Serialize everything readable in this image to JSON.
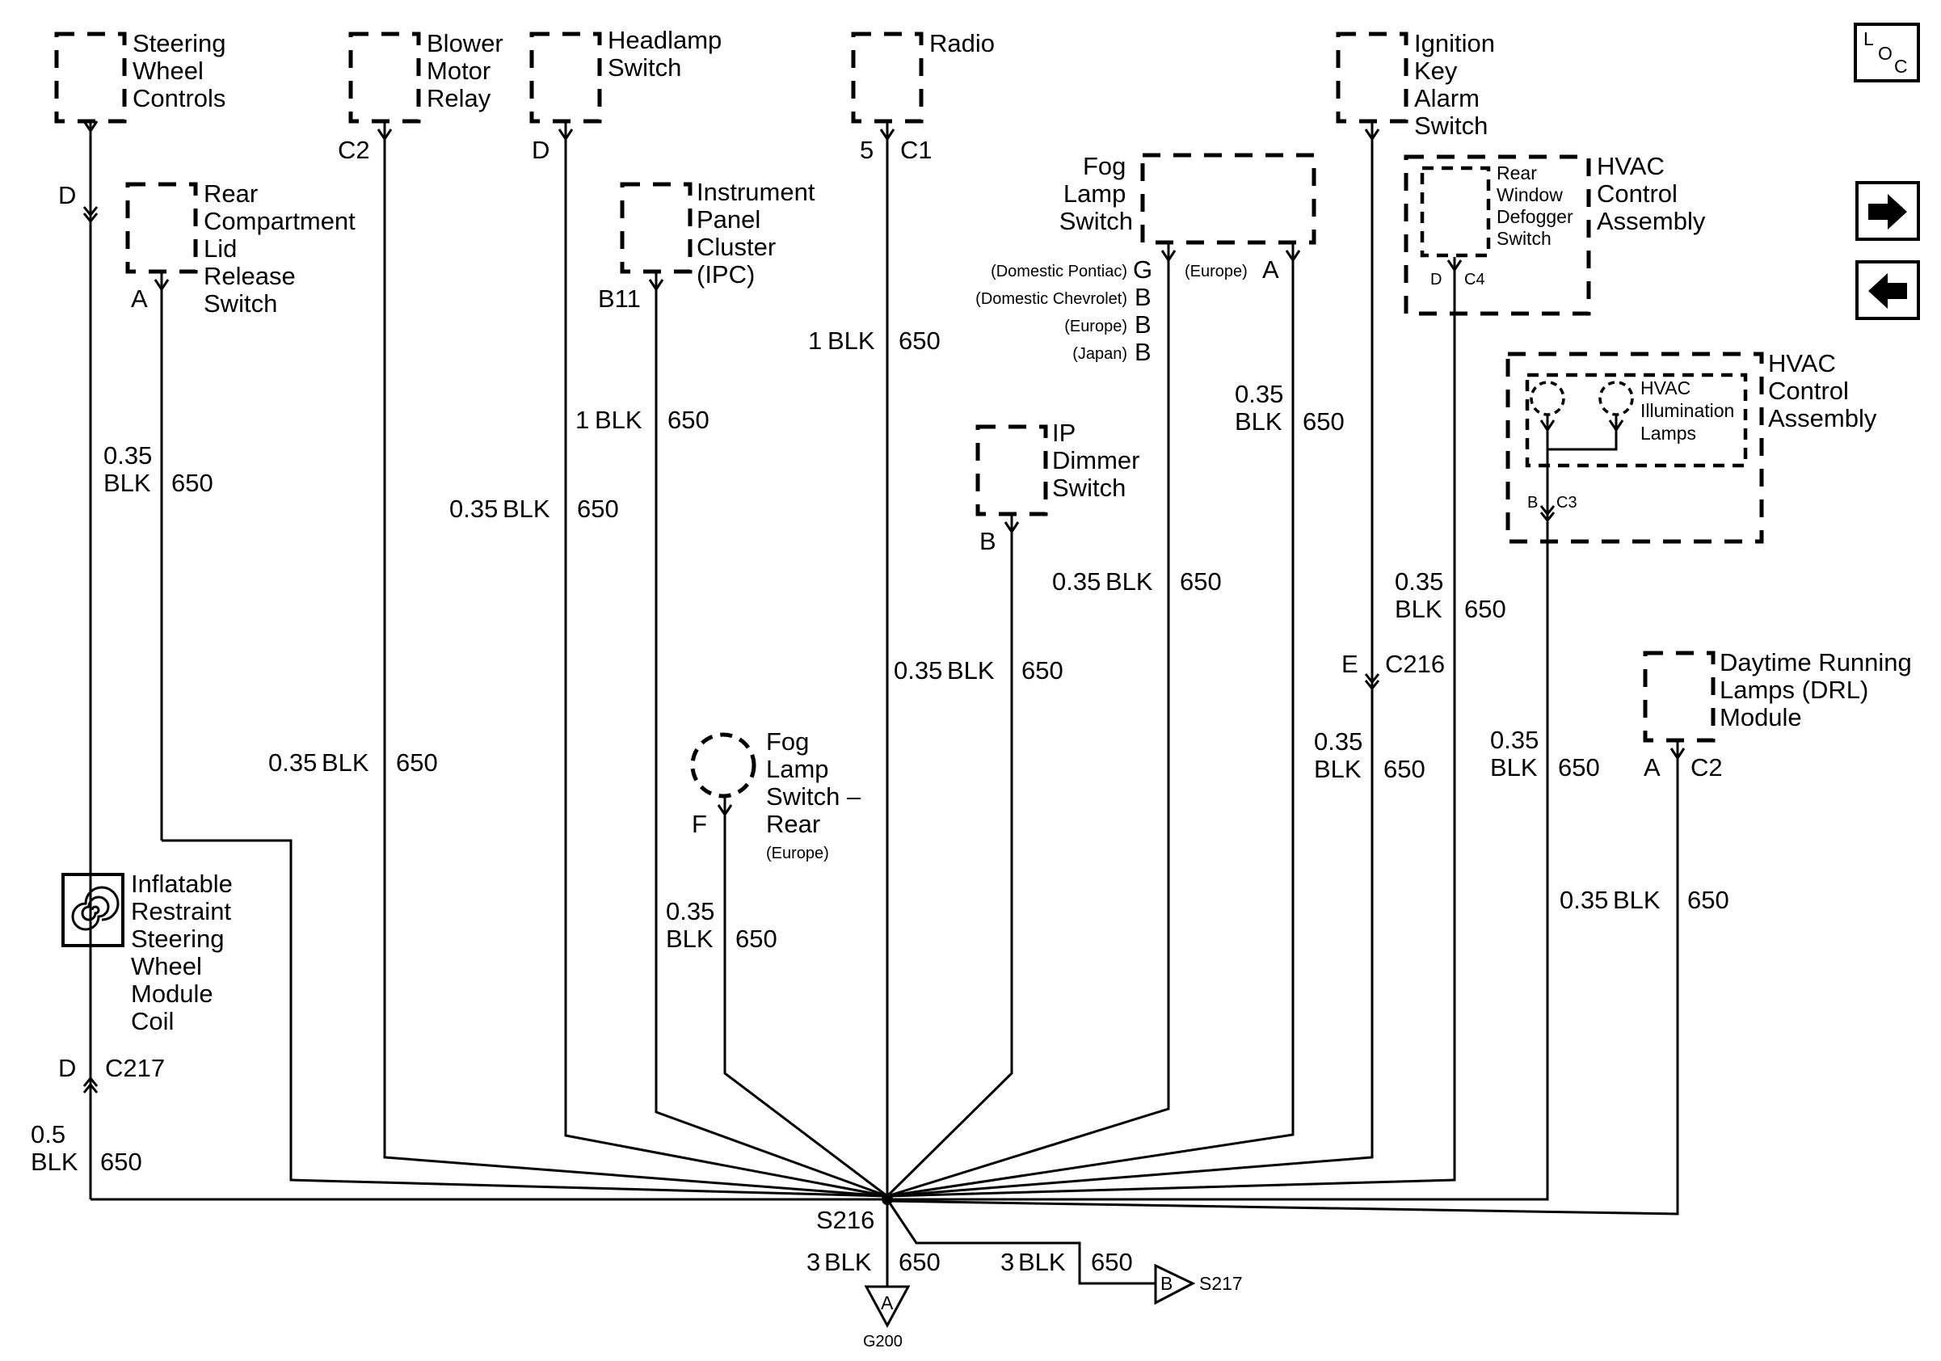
{
  "components": {
    "steering_wheel_controls": [
      "Steering",
      "Wheel",
      "Controls"
    ],
    "blower_motor_relay": [
      "Blower",
      "Motor",
      "Relay"
    ],
    "headlamp_switch": [
      "Headlamp",
      "Switch"
    ],
    "radio": [
      "Radio"
    ],
    "ignition_key_alarm_switch": [
      "Ignition",
      "Key",
      "Alarm",
      "Switch"
    ],
    "rear_compartment_lid_release_switch": [
      "Rear",
      "Compartment",
      "Lid",
      "Release",
      "Switch"
    ],
    "instrument_panel_cluster": [
      "Instrument",
      "Panel",
      "Cluster",
      "(IPC)"
    ],
    "fog_lamp_switch": [
      "Fog",
      "Lamp",
      "Switch"
    ],
    "hvac_control_assembly_upper": [
      "HVAC",
      "Control",
      "Assembly"
    ],
    "rear_window_defogger_switch": [
      "Rear",
      "Window",
      "Defogger",
      "Switch"
    ],
    "hvac_control_assembly_lower": [
      "HVAC",
      "Control",
      "Assembly"
    ],
    "hvac_illumination_lamps": [
      "HVAC",
      "Illumination",
      "Lamps"
    ],
    "ip_dimmer_switch": [
      "IP",
      "Dimmer",
      "Switch"
    ],
    "daytime_running_lamps_module": [
      "Daytime Running",
      "Lamps (DRL)",
      "Module"
    ],
    "fog_lamp_switch_rear": [
      "Fog",
      "Lamp",
      "Switch –",
      "Rear"
    ],
    "fog_lamp_switch_rear_note": "(Europe)",
    "inflatable_restraint_coil": [
      "Inflatable",
      "Restraint",
      "Steering",
      "Wheel",
      "Module",
      "Coil"
    ]
  },
  "pins": {
    "steering_wheel": "D",
    "blower_motor_relay": "C2",
    "headlamp_switch": "D",
    "radio_pin": "5",
    "radio_connector": "C1",
    "rear_compartment_lid": "A",
    "ipc": "B11",
    "ip_dimmer": "B",
    "fog_lamp_rear": "F",
    "fog_pontiac_text": "(Domestic Pontiac)",
    "fog_pontiac_pin": "G",
    "fog_chevrolet_text": "(Domestic Chevrolet)",
    "fog_chevrolet_pin": "B",
    "fog_europe_text": "(Europe)",
    "fog_europe_pin": "B",
    "fog_japan_text": "(Japan)",
    "fog_japan_pin": "B",
    "fog_europe2_text": "(Europe)",
    "fog_europe2_pin": "A",
    "defogger_pin": "D",
    "defogger_connector": "C4",
    "hvac_illum_pin": "B",
    "hvac_illum_connector": "C3",
    "inline_c216_pin": "E",
    "inline_c216": "C216",
    "inline_c217_pin": "D",
    "inline_c217": "C217",
    "drl_pin": "A",
    "drl_connector": "C2"
  },
  "wires": {
    "w_035": "0.35",
    "w_05": "0.5",
    "w_1": "1",
    "w_3": "3",
    "blk": "BLK",
    "c650": "650"
  },
  "splice": {
    "name": "S216",
    "ground_letter": "A",
    "ground_name": "G200",
    "to_letter": "B",
    "to_name": "S217"
  },
  "nav": {
    "loc_l": "L",
    "loc_o": "O",
    "loc_c": "C",
    "next_icon": "arrow-right-icon",
    "prev_icon": "arrow-left-icon"
  }
}
